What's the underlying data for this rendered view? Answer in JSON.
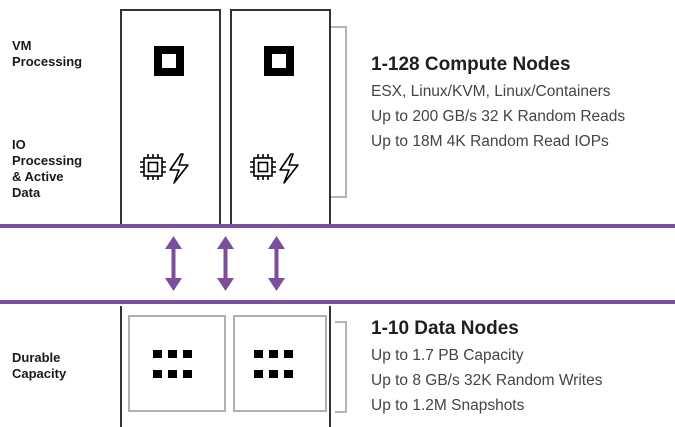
{
  "rows": {
    "vm_processing": "VM\nProcessing",
    "io_processing": "IO\nProcessing\n& Active\nData",
    "durable_capacity": "Durable\nCapacity"
  },
  "compute": {
    "heading": "1-128 Compute Nodes",
    "details": [
      "ESX, Linux/KVM, Linux/Containers",
      "Up to 200 GB/s 32 K Random Reads",
      "Up to 18M 4K Random Read IOPs"
    ]
  },
  "data": {
    "heading": "1-10 Data Nodes",
    "details": [
      "Up to 1.7 PB Capacity",
      "Up to 8 GB/s 32K Random Writes",
      "Up to 1.2M Snapshots"
    ]
  },
  "colors": {
    "accent": "#7B4E9E",
    "outline": "#333333",
    "bracket": "#b5b5b5"
  },
  "icons": [
    "vm-square-icon",
    "cpu-chip-icon",
    "lightning-icon",
    "double-arrow-icon",
    "drive-grid-icon"
  ]
}
